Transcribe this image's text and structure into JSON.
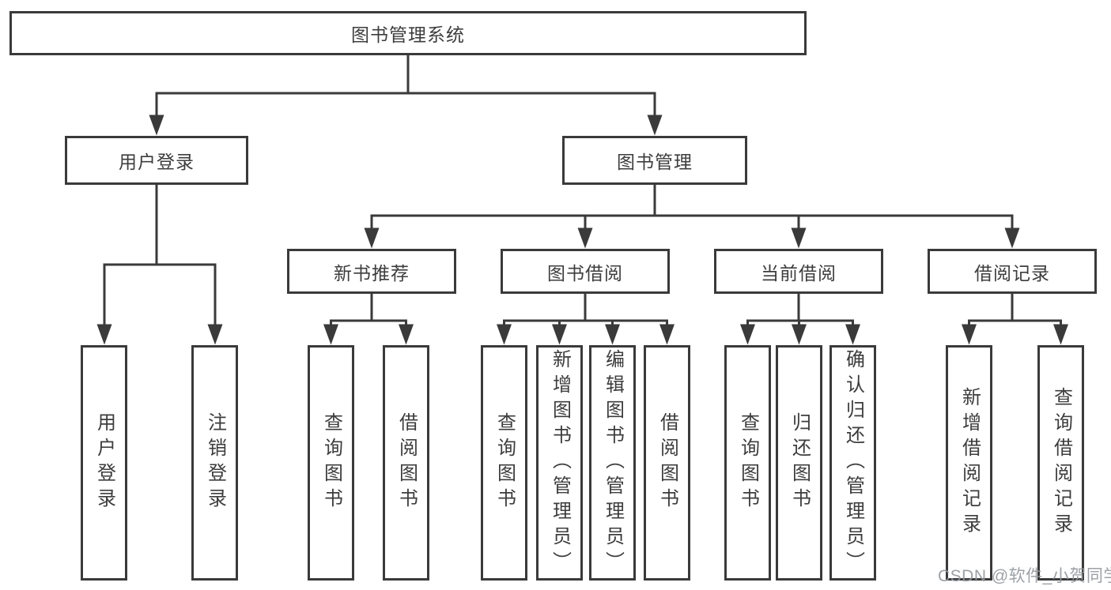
{
  "colors": {
    "line": "#3a3a3a",
    "box_border": "#3a3a3a",
    "text": "#3d3d3d",
    "background": "#ffffff",
    "watermark": "#94999e"
  },
  "watermark": "CSDN @软件_小贺同学",
  "tree": {
    "label": "图书管理系统",
    "children": [
      {
        "label": "用户登录",
        "children": [
          {
            "label": "用户登录"
          },
          {
            "label": "注销登录"
          }
        ]
      },
      {
        "label": "图书管理",
        "children": [
          {
            "label": "新书推荐",
            "children": [
              {
                "label": "查询图书"
              },
              {
                "label": "借阅图书"
              }
            ]
          },
          {
            "label": "图书借阅",
            "children": [
              {
                "label": "查询图书"
              },
              {
                "label": "新增图书（管理员）"
              },
              {
                "label": "编辑图书（管理员）"
              },
              {
                "label": "借阅图书"
              }
            ]
          },
          {
            "label": "当前借阅",
            "children": [
              {
                "label": "查询图书"
              },
              {
                "label": "归还图书"
              },
              {
                "label": "确认归还（管理员）"
              }
            ]
          },
          {
            "label": "借阅记录",
            "children": [
              {
                "label": "新增借阅记录"
              },
              {
                "label": "查询借阅记录"
              }
            ]
          }
        ]
      }
    ]
  }
}
